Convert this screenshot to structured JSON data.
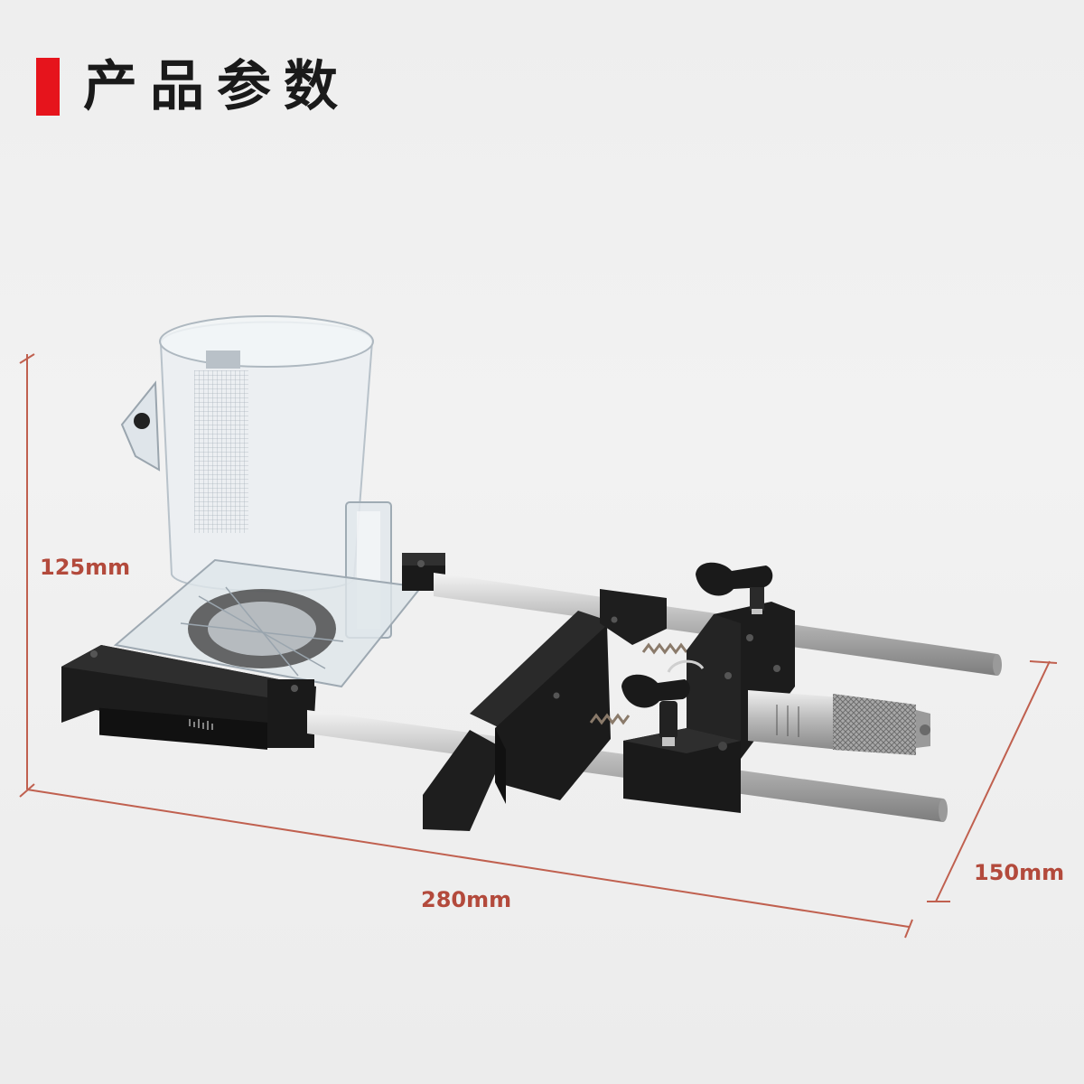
{
  "header": {
    "title": "产品参数"
  },
  "dimensions": {
    "height": "125mm",
    "length": "280mm",
    "width": "150mm"
  },
  "colors": {
    "accent": "#e6141c",
    "dimension_line": "#c0604f",
    "dimension_text": "#b34a3c",
    "metal_black": "#1c1c1c",
    "rod_steel": "#c9c9c9"
  }
}
